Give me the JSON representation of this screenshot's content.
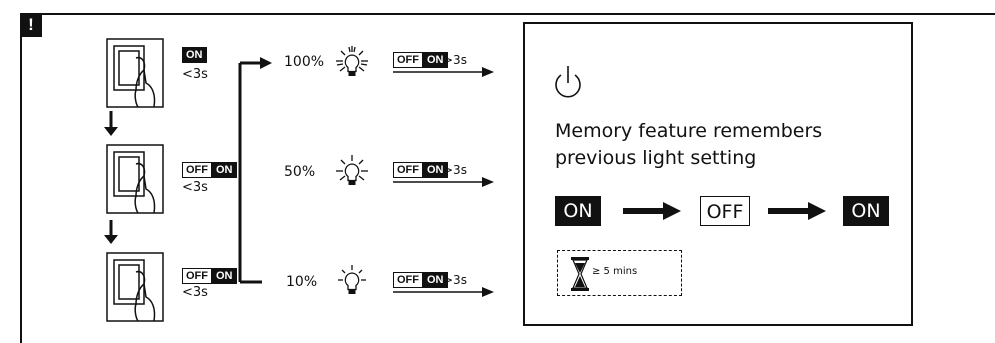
{
  "badge": {
    "text": "!"
  },
  "steps": [
    {
      "tag_on": "ON",
      "tag_off": "",
      "duration": "<3s"
    },
    {
      "tag_on": "ON",
      "tag_off": "OFF",
      "duration": "<3s"
    },
    {
      "tag_on": "ON",
      "tag_off": "OFF",
      "duration": "<3s"
    }
  ],
  "levels": [
    {
      "percent": "100%",
      "icon": "bright-bulb-icon",
      "tag_off": "OFF",
      "tag_on": "ON",
      "hold": ">3s"
    },
    {
      "percent": "50%",
      "icon": "medium-bulb-icon",
      "tag_off": "OFF",
      "tag_on": "ON",
      "hold": ">3s"
    },
    {
      "percent": "10%",
      "icon": "dim-bulb-icon",
      "tag_off": "OFF",
      "tag_on": "ON",
      "hold": ">3s"
    }
  ],
  "memory": {
    "icon": "power-icon",
    "text_line1": "Memory feature remembers",
    "text_line2": "previous light setting",
    "sequence": [
      "ON",
      "OFF",
      "ON"
    ],
    "timer_icon": "hourglass-icon",
    "timer_text": "≥ 5 mins"
  }
}
